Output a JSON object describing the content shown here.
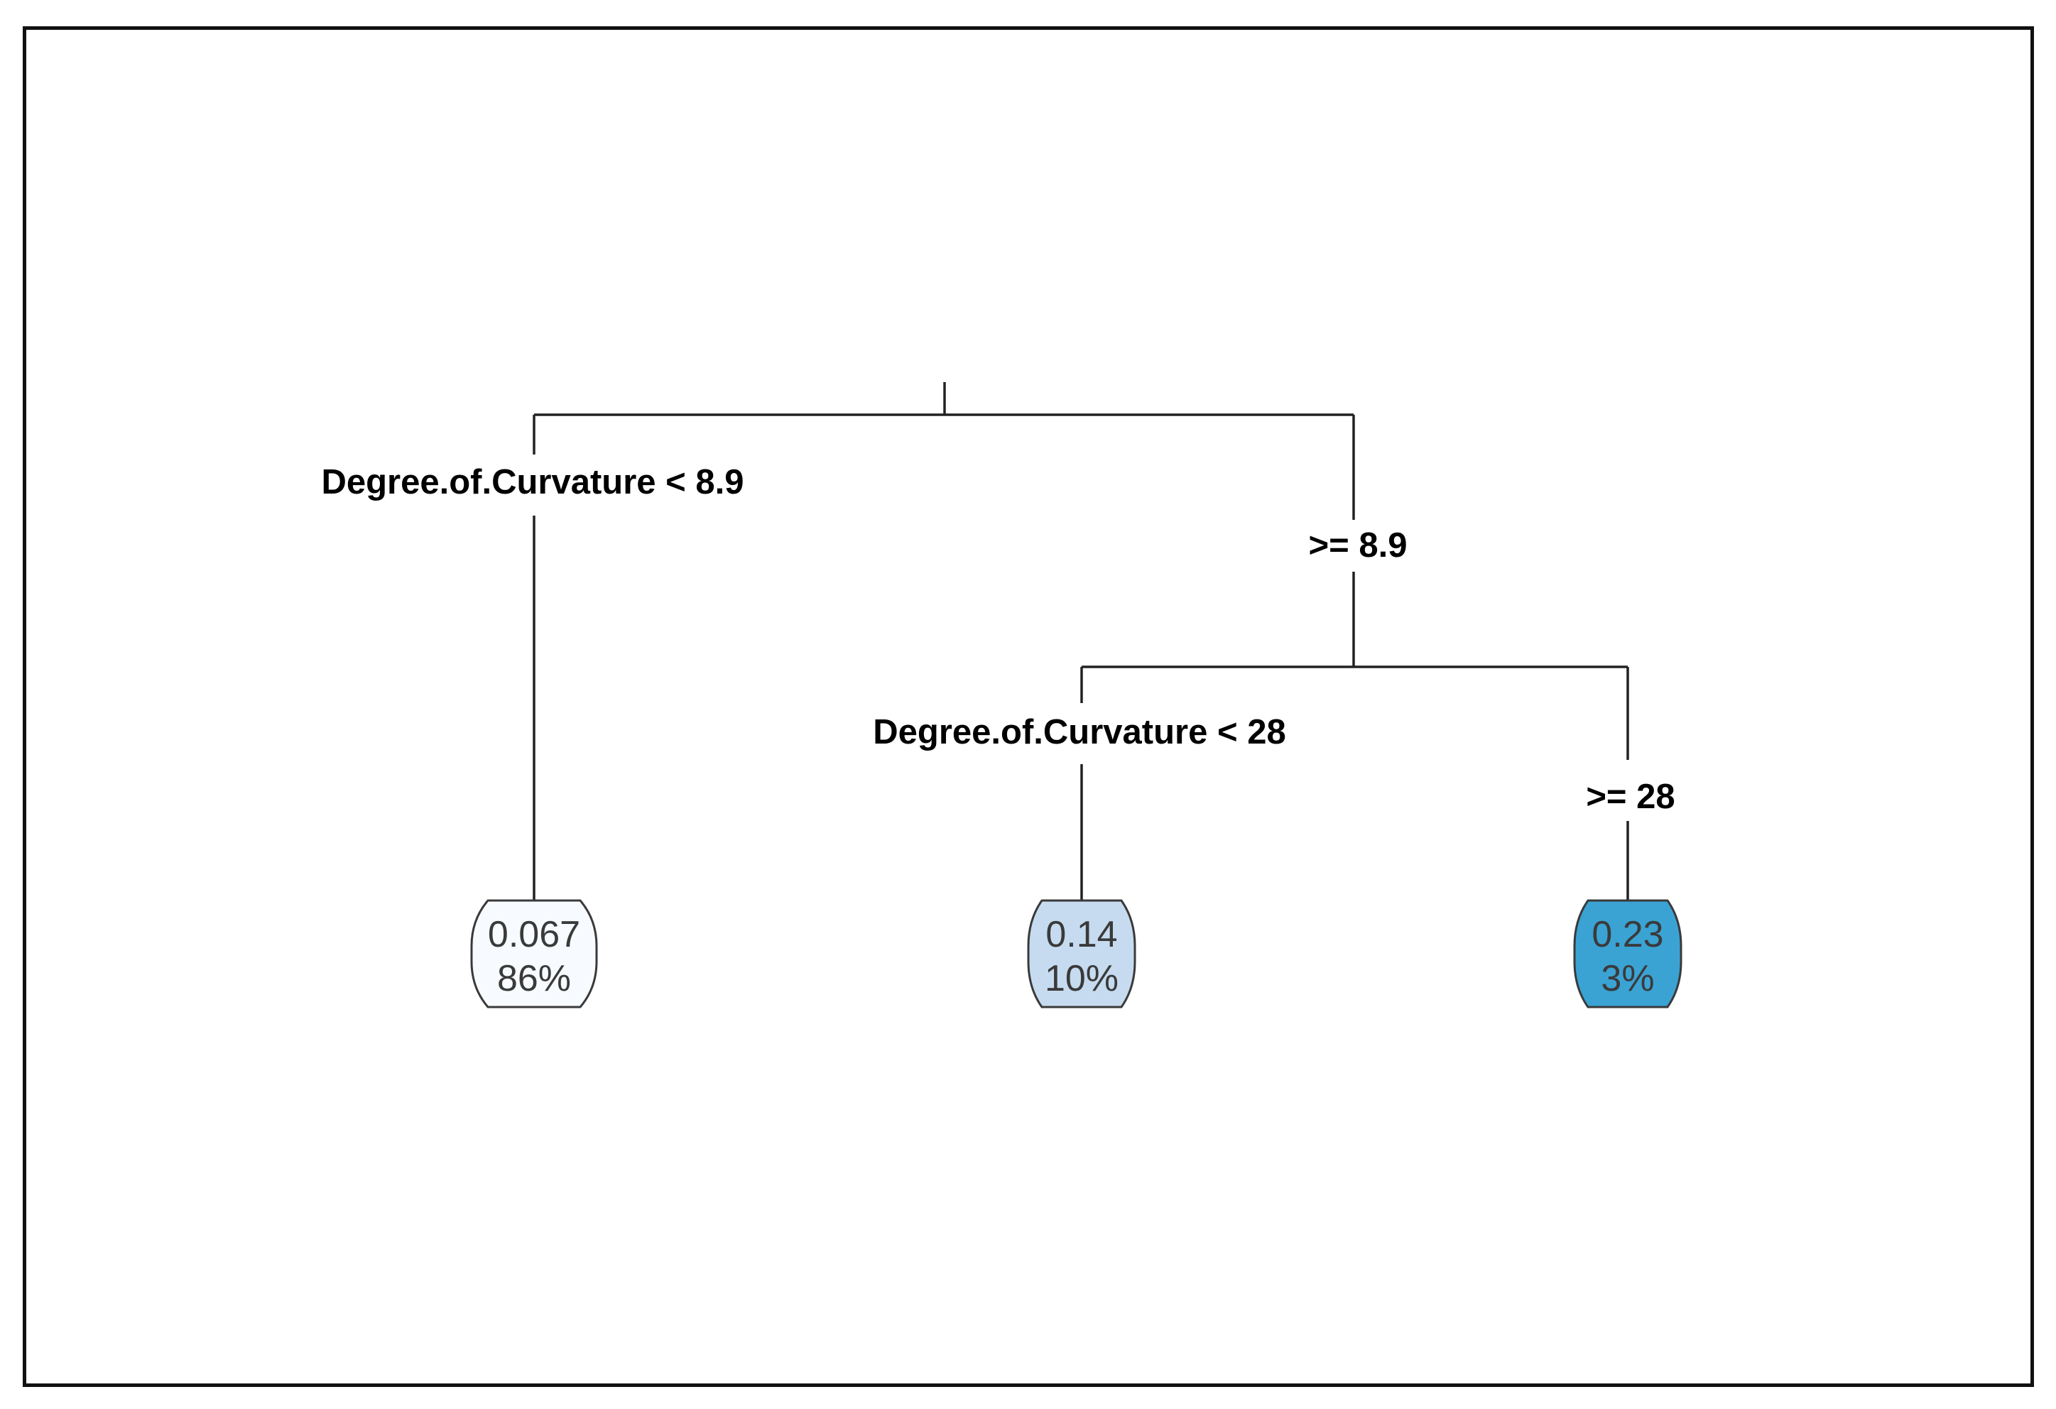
{
  "tree": {
    "splits": [
      {
        "label": "Degree.of.Curvature < 8.9",
        "other": ">= 8.9"
      },
      {
        "label": "Degree.of.Curvature < 28",
        "other": ">= 28"
      }
    ],
    "leaves": [
      {
        "value": "0.067",
        "percent": "86%",
        "fill": "#f7fbff"
      },
      {
        "value": "0.14",
        "percent": "10%",
        "fill": "#c6dbef"
      },
      {
        "value": "0.23",
        "percent": "3%",
        "fill": "#3aa3d4"
      }
    ]
  }
}
